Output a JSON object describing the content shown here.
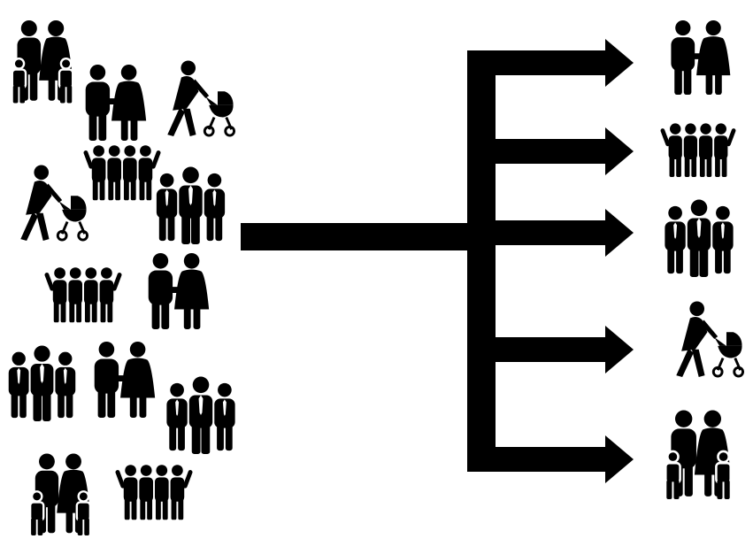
{
  "colors": {
    "foreground": "#000000",
    "background": "#ffffff"
  },
  "icons": {
    "family": "family-icon",
    "couple": "couple-icon",
    "stroller": "mother-with-stroller-icon",
    "waving": "cheering-group-icon",
    "business": "business-group-icon"
  },
  "diagram": {
    "left_group": [
      "family",
      "couple",
      "stroller",
      "waving",
      "stroller",
      "business",
      "waving",
      "couple",
      "business",
      "couple",
      "business",
      "family",
      "waving"
    ],
    "right_targets": [
      "couple",
      "waving",
      "business",
      "stroller",
      "family"
    ]
  }
}
